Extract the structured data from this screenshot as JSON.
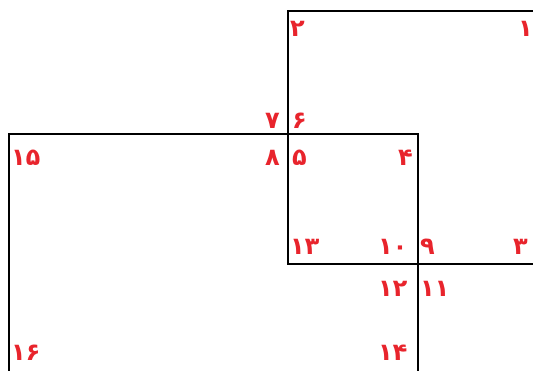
{
  "diagram": {
    "line_color": "#000000",
    "label_color": "#e8242c",
    "labels": {
      "n1": "۱",
      "n2": "۲",
      "n3": "۳",
      "n4": "۴",
      "n5": "۵",
      "n6": "۶",
      "n7": "۷",
      "n8": "۸",
      "n9": "۹",
      "n10": "۱۰",
      "n11": "۱۱",
      "n12": "۱۲",
      "n13": "۱۳",
      "n14": "۱۴",
      "n15": "۱۵",
      "n16": "۱۶"
    }
  }
}
